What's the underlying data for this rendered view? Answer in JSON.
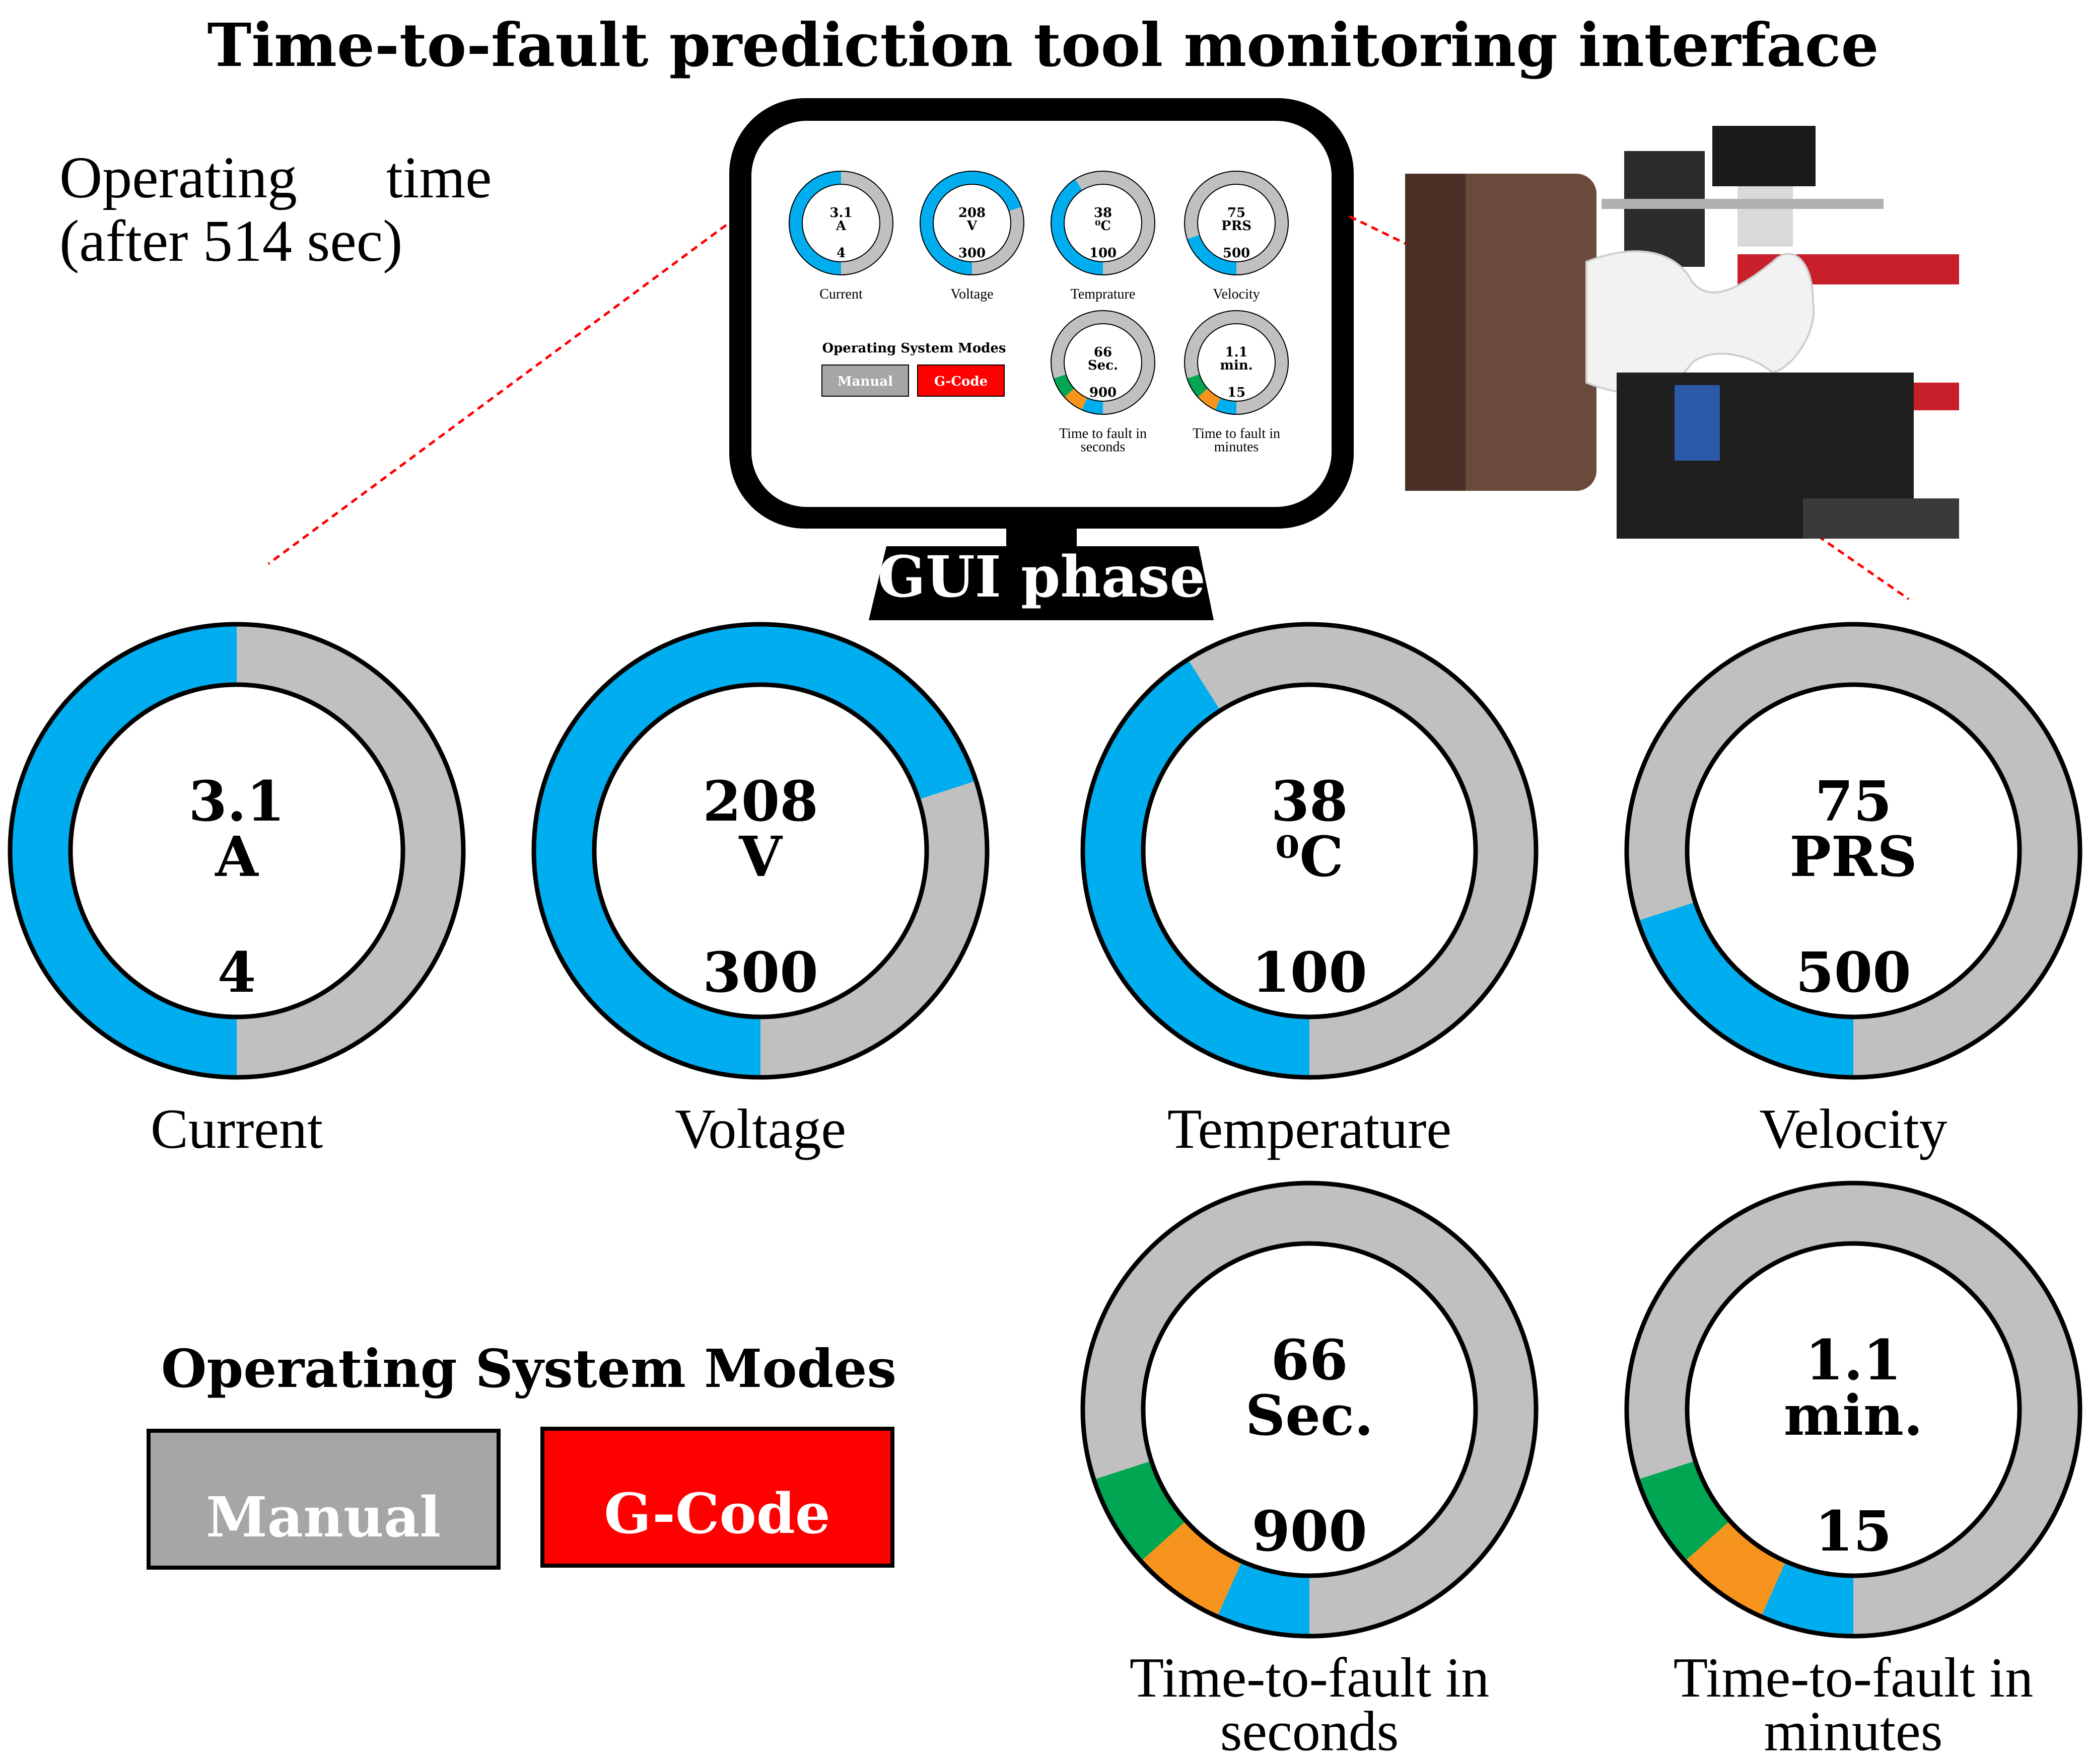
{
  "title": "Time-to-fault prediction tool monitoring interface",
  "operating_time": {
    "line1": "Operating      time",
    "line2": "(after 514 sec)"
  },
  "gui_phase_label": "GUI phase",
  "colors": {
    "track": "#c0c0c0",
    "value": "#00aeef",
    "fault_green": "#00a651",
    "fault_orange": "#f7941d",
    "gcode_red": "#ff0000",
    "manual_gray": "#a6a6a6",
    "connector_red": "#ff0000"
  },
  "gauges": [
    {
      "id": "current",
      "value_text": "3.1",
      "unit_text": "A",
      "max_text": "4",
      "label": "Current",
      "label2": "",
      "mini_label": "Current",
      "mini_label2": "",
      "fraction": 0.5,
      "segments": [
        "value"
      ]
    },
    {
      "id": "voltage",
      "value_text": "208",
      "unit_text": "V",
      "max_text": "300",
      "label": "Voltage",
      "label2": "",
      "mini_label": "Voltage",
      "mini_label2": "",
      "fraction": 0.7,
      "segments": [
        "value"
      ]
    },
    {
      "id": "temperature",
      "value_text": "38",
      "unit_text": "⁰C",
      "max_text": "100",
      "label": "Temperature",
      "label2": "",
      "mini_label": "Temprature",
      "mini_label2": "",
      "fraction": 0.41,
      "segments": [
        "value"
      ]
    },
    {
      "id": "velocity",
      "value_text": "75",
      "unit_text": "PRS",
      "max_text": "500",
      "label": "Velocity",
      "label2": "",
      "mini_label": "Velocity",
      "mini_label2": "",
      "fraction": 0.2,
      "segments": [
        "value"
      ]
    },
    {
      "id": "ttf-seconds",
      "value_text": "66",
      "unit_text": "Sec.",
      "max_text": "900",
      "label": "Time-to-fault in",
      "label2": "seconds",
      "mini_label": "Time to fault in",
      "mini_label2": "seconds",
      "fraction": 0.2,
      "segments": [
        "value",
        "fault_orange",
        "fault_green"
      ]
    },
    {
      "id": "ttf-minutes",
      "value_text": "1.1",
      "unit_text": "min.",
      "max_text": "15",
      "label": "Time-to-fault in",
      "label2": "minutes",
      "mini_label": "Time to fault in",
      "mini_label2": "minutes",
      "fraction": 0.2,
      "segments": [
        "value",
        "fault_orange",
        "fault_green"
      ]
    }
  ],
  "modes": {
    "heading": "Operating System Modes",
    "buttons": [
      {
        "label": "Manual",
        "color": "#a6a6a6"
      },
      {
        "label": "G-Code",
        "color": "#ff0000"
      }
    ]
  }
}
